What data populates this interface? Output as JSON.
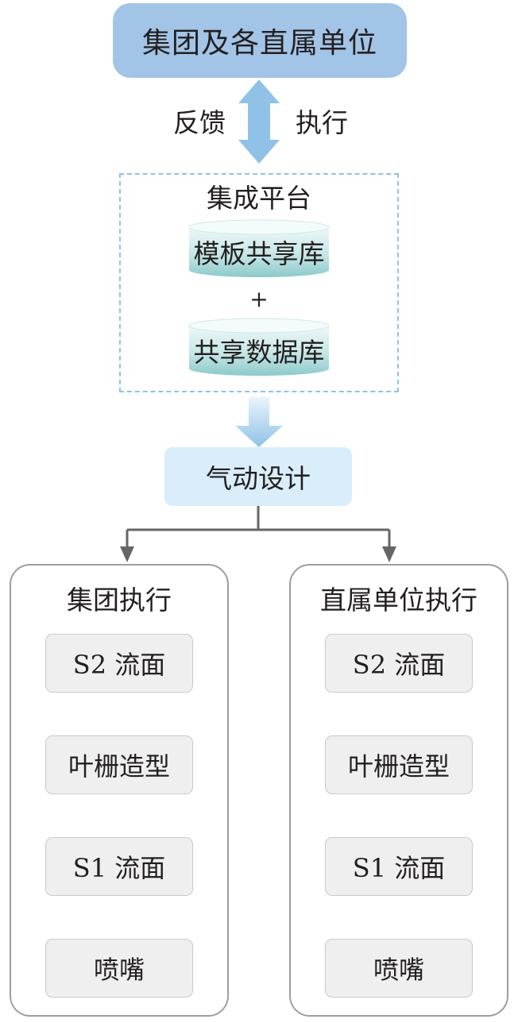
{
  "top": {
    "label": "集团及各直属单位"
  },
  "arrow_labels": {
    "feedback": "反馈",
    "execute": "执行"
  },
  "platform": {
    "title": "集成平台",
    "db1": "模板共享库",
    "plus": "+",
    "db2": "共享数据库"
  },
  "design": {
    "label": "气动设计"
  },
  "left_panel": {
    "title": "集团执行",
    "steps": [
      "S2 流面",
      "叶栅造型",
      "S1 流面",
      "喷嘴"
    ]
  },
  "right_panel": {
    "title": "直属单位执行",
    "steps": [
      "S2 流面",
      "叶栅造型",
      "S1 流面",
      "喷嘴"
    ]
  },
  "colors": {
    "top_fill": "#a2c4e6",
    "arrow_blue": "#8fc2e6",
    "design_fill": "#d9eefa",
    "connector_gray": "#666666"
  }
}
